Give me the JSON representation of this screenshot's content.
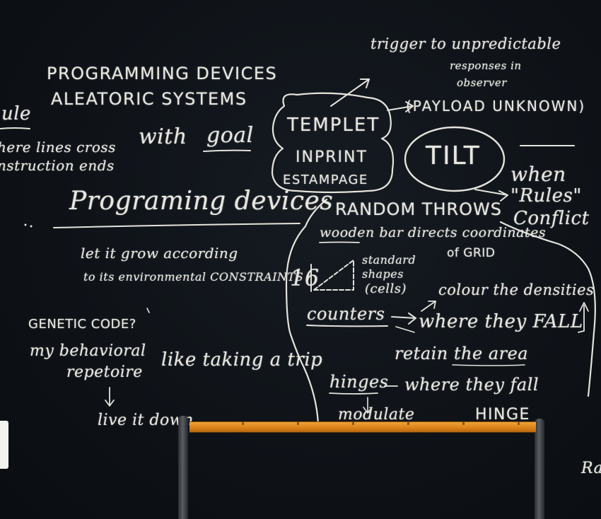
{
  "chalkboard": {
    "left_edge": {
      "line1": "ule",
      "line2": "here lines cross",
      "line3": "nstruction ends"
    },
    "heading": {
      "line1": "PROGRAMMING DEVICES",
      "line2": "ALEATORIC SYSTEMS"
    },
    "with_goal": {
      "with": "with",
      "goal": "goal"
    },
    "programming_devices": "Programing devices",
    "grow": {
      "line1": "let it grow according",
      "line2": "to its environmental CONSTRAINTS"
    },
    "genetic": "GENETIC CODE?",
    "behavioral": {
      "line1": "my behavioral",
      "line2": "repetoire"
    },
    "trip": "like taking a trip",
    "live_it_down": "live it down",
    "templet": "TEMPLET",
    "inprint": "INPRINT",
    "estampage": "ESTAMPAGE",
    "trigger": {
      "line1": "trigger to unpredictable",
      "line2": "responses in",
      "line3": "observer"
    },
    "payload": "(PAYLOAD UNKNOWN)",
    "tilt": "TILT",
    "when": "when",
    "rules": "\"Rules\"",
    "conflict": "Conflict",
    "random_throws": "RANDOM THROWS",
    "wooden_bar": "wooden bar directs coordinates",
    "of_grid": "of GRID",
    "sixteen": "16",
    "standard_shapes": {
      "line1": "standard",
      "line2": "shapes",
      "line3": "(cells)"
    },
    "colour": "colour the densities",
    "counters": "counters",
    "where_they_fall": "where they FALL",
    "retain": "retain the area",
    "hinges": "hinges",
    "where_they_fall2": "where they fall",
    "modulate": "modulate",
    "hinge": "HINGE",
    "signature": "Ray"
  },
  "colors": {
    "chalkboard": "#0e1217",
    "chalk": "#e7e6df",
    "barrier_belt": "#e8931f",
    "stanchion": "#3b3f44"
  }
}
